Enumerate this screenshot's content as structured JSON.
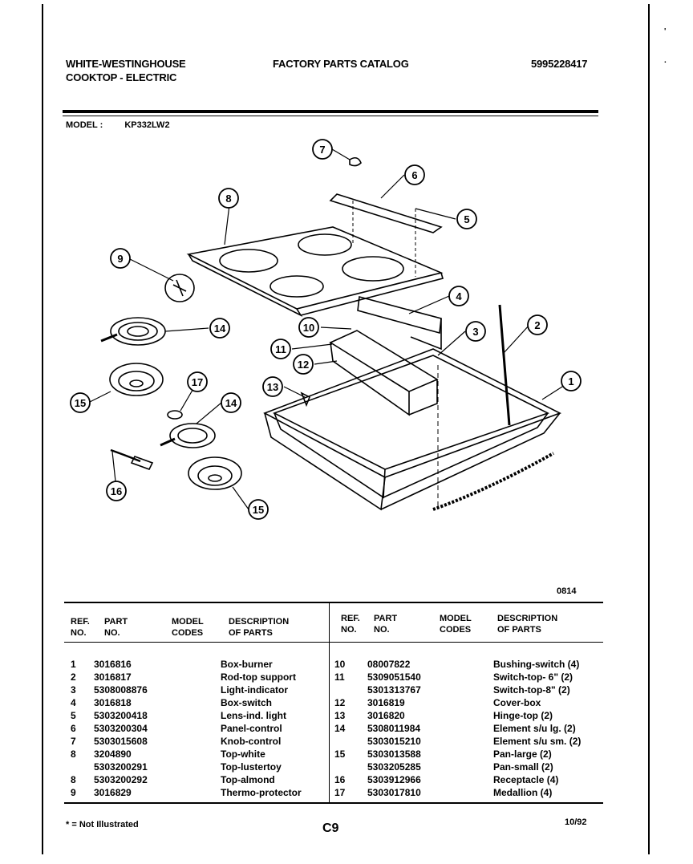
{
  "header": {
    "brand": "WHITE-WESTINGHOUSE",
    "product": "COOKTOP - ELECTRIC",
    "catalog": "FACTORY PARTS CATALOG",
    "number": "5995228417"
  },
  "model": {
    "label": "MODEL :",
    "value": "KP332LW2"
  },
  "diagram": {
    "code": "0814",
    "callouts": [
      "1",
      "2",
      "3",
      "4",
      "5",
      "6",
      "7",
      "8",
      "9",
      "10",
      "11",
      "12",
      "13",
      "14",
      "14",
      "15",
      "15",
      "16",
      "17"
    ]
  },
  "table": {
    "headers": {
      "ref_1": "REF.",
      "ref_2": "NO.",
      "part_1": "PART",
      "part_2": "NO.",
      "model_1": "MODEL",
      "model_2": "CODES",
      "desc_1": "DESCRIPTION",
      "desc_2": "OF PARTS"
    },
    "left": [
      {
        "ref": "1",
        "part": "3016816",
        "codes": "",
        "desc": "Box-burner"
      },
      {
        "ref": "2",
        "part": "3016817",
        "codes": "",
        "desc": "Rod-top support"
      },
      {
        "ref": "3",
        "part": "5308008876",
        "codes": "",
        "desc": "Light-indicator"
      },
      {
        "ref": "4",
        "part": "3016818",
        "codes": "",
        "desc": "Box-switch"
      },
      {
        "ref": "5",
        "part": "5303200418",
        "codes": "",
        "desc": "Lens-ind. light"
      },
      {
        "ref": "6",
        "part": "5303200304",
        "codes": "",
        "desc": "Panel-control"
      },
      {
        "ref": "7",
        "part": "5303015608",
        "codes": "",
        "desc": "Knob-control"
      },
      {
        "ref": "8",
        "part": "3204890",
        "codes": "",
        "desc": "Top-white"
      },
      {
        "ref": "",
        "part": "5303200291",
        "codes": "",
        "desc": "Top-lustertoy"
      },
      {
        "ref": "8",
        "part": "5303200292",
        "codes": "",
        "desc": "Top-almond"
      },
      {
        "ref": "9",
        "part": "3016829",
        "codes": "",
        "desc": "Thermo-protector"
      }
    ],
    "right": [
      {
        "ref": "10",
        "part": "08007822",
        "codes": "",
        "desc": "Bushing-switch (4)"
      },
      {
        "ref": "11",
        "part": "5309051540",
        "codes": "",
        "desc": "Switch-top- 6\" (2)"
      },
      {
        "ref": "",
        "part": "5301313767",
        "codes": "",
        "desc": "Switch-top-8\" (2)"
      },
      {
        "ref": "12",
        "part": "3016819",
        "codes": "",
        "desc": "Cover-box"
      },
      {
        "ref": "13",
        "part": "3016820",
        "codes": "",
        "desc": "Hinge-top (2)"
      },
      {
        "ref": "14",
        "part": "5308011984",
        "codes": "",
        "desc": "Element s/u lg. (2)"
      },
      {
        "ref": "",
        "part": "5303015210",
        "codes": "",
        "desc": "Element s/u sm. (2)"
      },
      {
        "ref": "15",
        "part": "5303013588",
        "codes": "",
        "desc": "Pan-large (2)"
      },
      {
        "ref": "",
        "part": "5303205285",
        "codes": "",
        "desc": "Pan-small (2)"
      },
      {
        "ref": "16",
        "part": "5303912966",
        "codes": "",
        "desc": "Receptacle (4)"
      },
      {
        "ref": "17",
        "part": "5303017810",
        "codes": "",
        "desc": "Medallion (4)"
      }
    ]
  },
  "footer": {
    "note": "* = Not Illustrated",
    "page": "C9",
    "date": "10/92"
  }
}
